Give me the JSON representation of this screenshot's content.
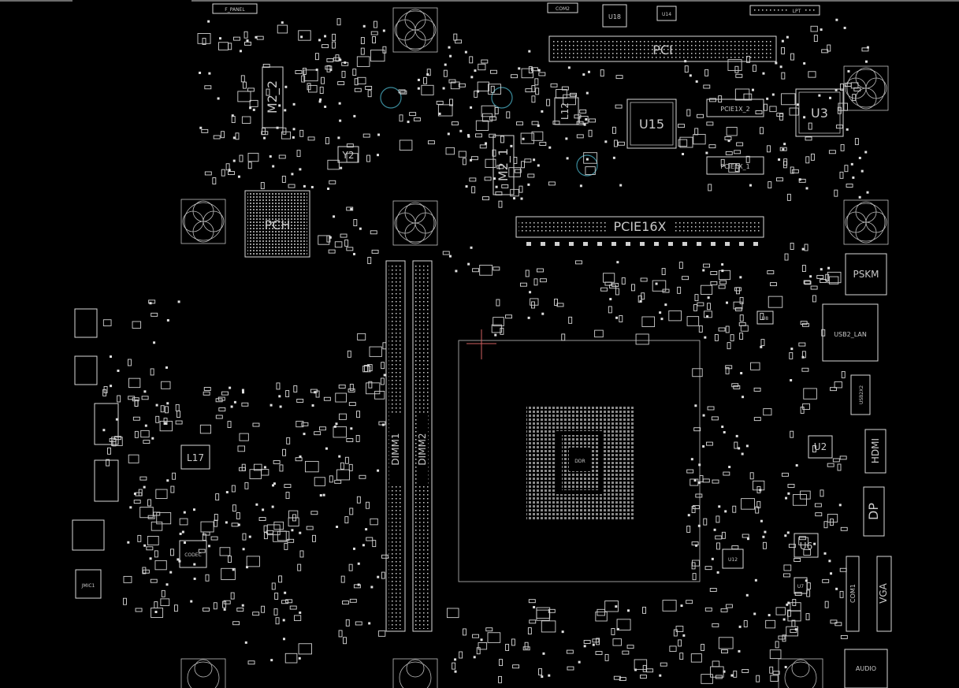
{
  "labels": {
    "m2_2": "M2_2",
    "m2_1": "M2_1",
    "pch": "PCH",
    "y2": "Y2",
    "pci": "PCI",
    "pcie16x": "PCIE16X",
    "pcie1x_2": "PCIE1X_2",
    "pcie1x_1": "PCIE1X_1",
    "u15": "U15",
    "u3": "U3",
    "u18": "U18",
    "u14": "U14",
    "l12": "L12",
    "l17": "L17",
    "f_panel": "F_PANEL",
    "com2": "COM2",
    "lpt": "LPT",
    "psk": "PSKM",
    "usb_lan": "USB2_LAN",
    "usb2x2": "USB2X2",
    "hdmi": "HDMI",
    "dp": "DP",
    "u2": "U2",
    "u6": "U6",
    "u7": "U7",
    "u8": "U8",
    "u12": "U12",
    "com1": "COM1",
    "vga": "VGA",
    "audio": "AUDIO",
    "jmic1": "JMIC1",
    "codec": "CODEC",
    "dimm1": "DIMM1",
    "dimm2": "DIMM2",
    "ddr": "DDR"
  },
  "colors": {
    "background": "#000000",
    "outline": "#d8d8d8",
    "cursor": "#d06060",
    "via": "#3a8a9a"
  }
}
